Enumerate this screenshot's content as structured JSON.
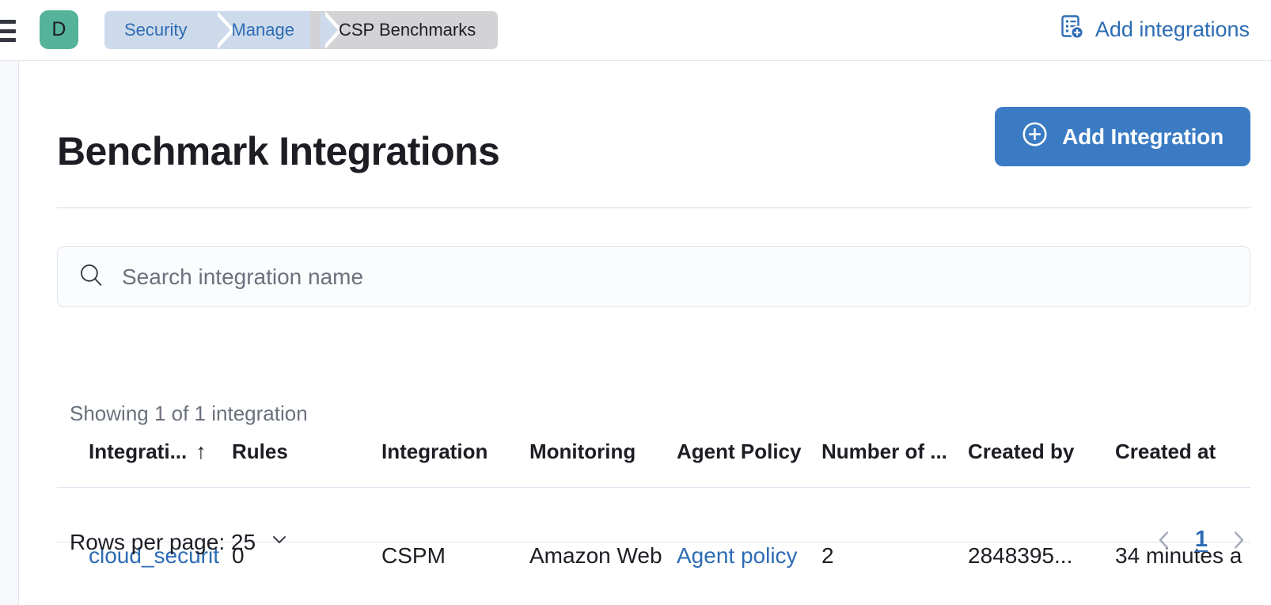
{
  "header": {
    "menu_icon": "hamburger-icon",
    "avatar_initial": "D",
    "avatar_color": "#54b399",
    "breadcrumbs": [
      {
        "label": "Security",
        "type": "link"
      },
      {
        "label": "Manage",
        "type": "link"
      },
      {
        "label": "CSP Benchmarks",
        "type": "current"
      }
    ],
    "add_integrations": {
      "label": "Add integrations",
      "icon": "list-add-icon",
      "color": "#2d6cb4"
    }
  },
  "page": {
    "title": "Benchmark Integrations",
    "primary_button": {
      "label": "Add Integration",
      "icon": "plus-in-circle-icon",
      "color": "#3a7bc4"
    }
  },
  "search": {
    "placeholder": "Search integration name",
    "value": "",
    "icon": "search-icon"
  },
  "results": {
    "summary": "Showing 1 of 1 integration"
  },
  "table": {
    "columns": [
      {
        "label": "Integrati...",
        "sorted": "asc",
        "sort_icon": "↑"
      },
      {
        "label": "Rules"
      },
      {
        "label": "Integration"
      },
      {
        "label": "Monitoring"
      },
      {
        "label": "Agent Policy"
      },
      {
        "label": "Number of ..."
      },
      {
        "label": "Created by"
      },
      {
        "label": "Created at"
      }
    ],
    "rows": [
      {
        "integration_name": "cloud_securit",
        "rules": "0",
        "integration": "CSPM",
        "monitoring": "Amazon Web",
        "agent_policy": "Agent policy",
        "number_of": "2",
        "created_by": "2848395...",
        "created_at": "34 minutes a"
      }
    ]
  },
  "footer": {
    "rows_per_page_label": "Rows per page: 25",
    "rows_per_page_value": "25",
    "dropdown_icon": "chevron-down-icon",
    "prev_icon": "chevron-left-icon",
    "next_icon": "chevron-right-icon",
    "current_page": "1"
  }
}
